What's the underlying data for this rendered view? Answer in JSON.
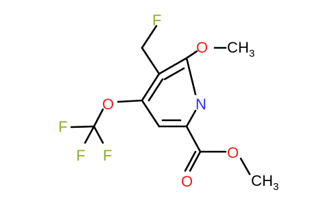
{
  "colors": {
    "bond": "#000000",
    "fluorine": "#8bae28",
    "oxygen": "#ee1c1c",
    "nitrogen": "#2c2cff",
    "hydrogen_carbon_text": "#000000"
  },
  "atoms": {
    "fluoromethyl_f": "F",
    "methoxy_o": "O",
    "methoxy_c": "C",
    "methoxy_h3": "H",
    "methoxy_h3_count": "3",
    "ring_n": "N",
    "ocf3_o": "O",
    "cf3_f_left": "F",
    "cf3_f_bottom_left": "F",
    "cf3_f_bottom_right": "F",
    "carbonyl_o": "O",
    "ester_o": "O",
    "ester_c": "C",
    "ester_h3": "H",
    "ester_h3_count": "3"
  }
}
